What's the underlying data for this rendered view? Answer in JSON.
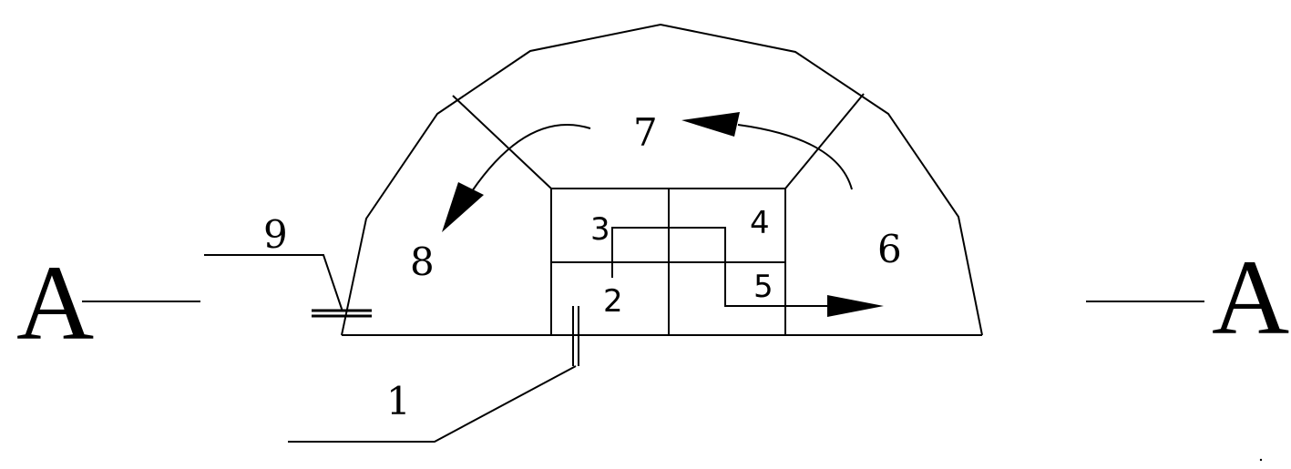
{
  "section": {
    "left_label": "A",
    "right_label": "A"
  },
  "labels": {
    "n1": "1",
    "n2": "2",
    "n3": "3",
    "n4": "4",
    "n5": "5",
    "n6": "6",
    "n7": "7",
    "n8": "8",
    "n9": "9"
  }
}
